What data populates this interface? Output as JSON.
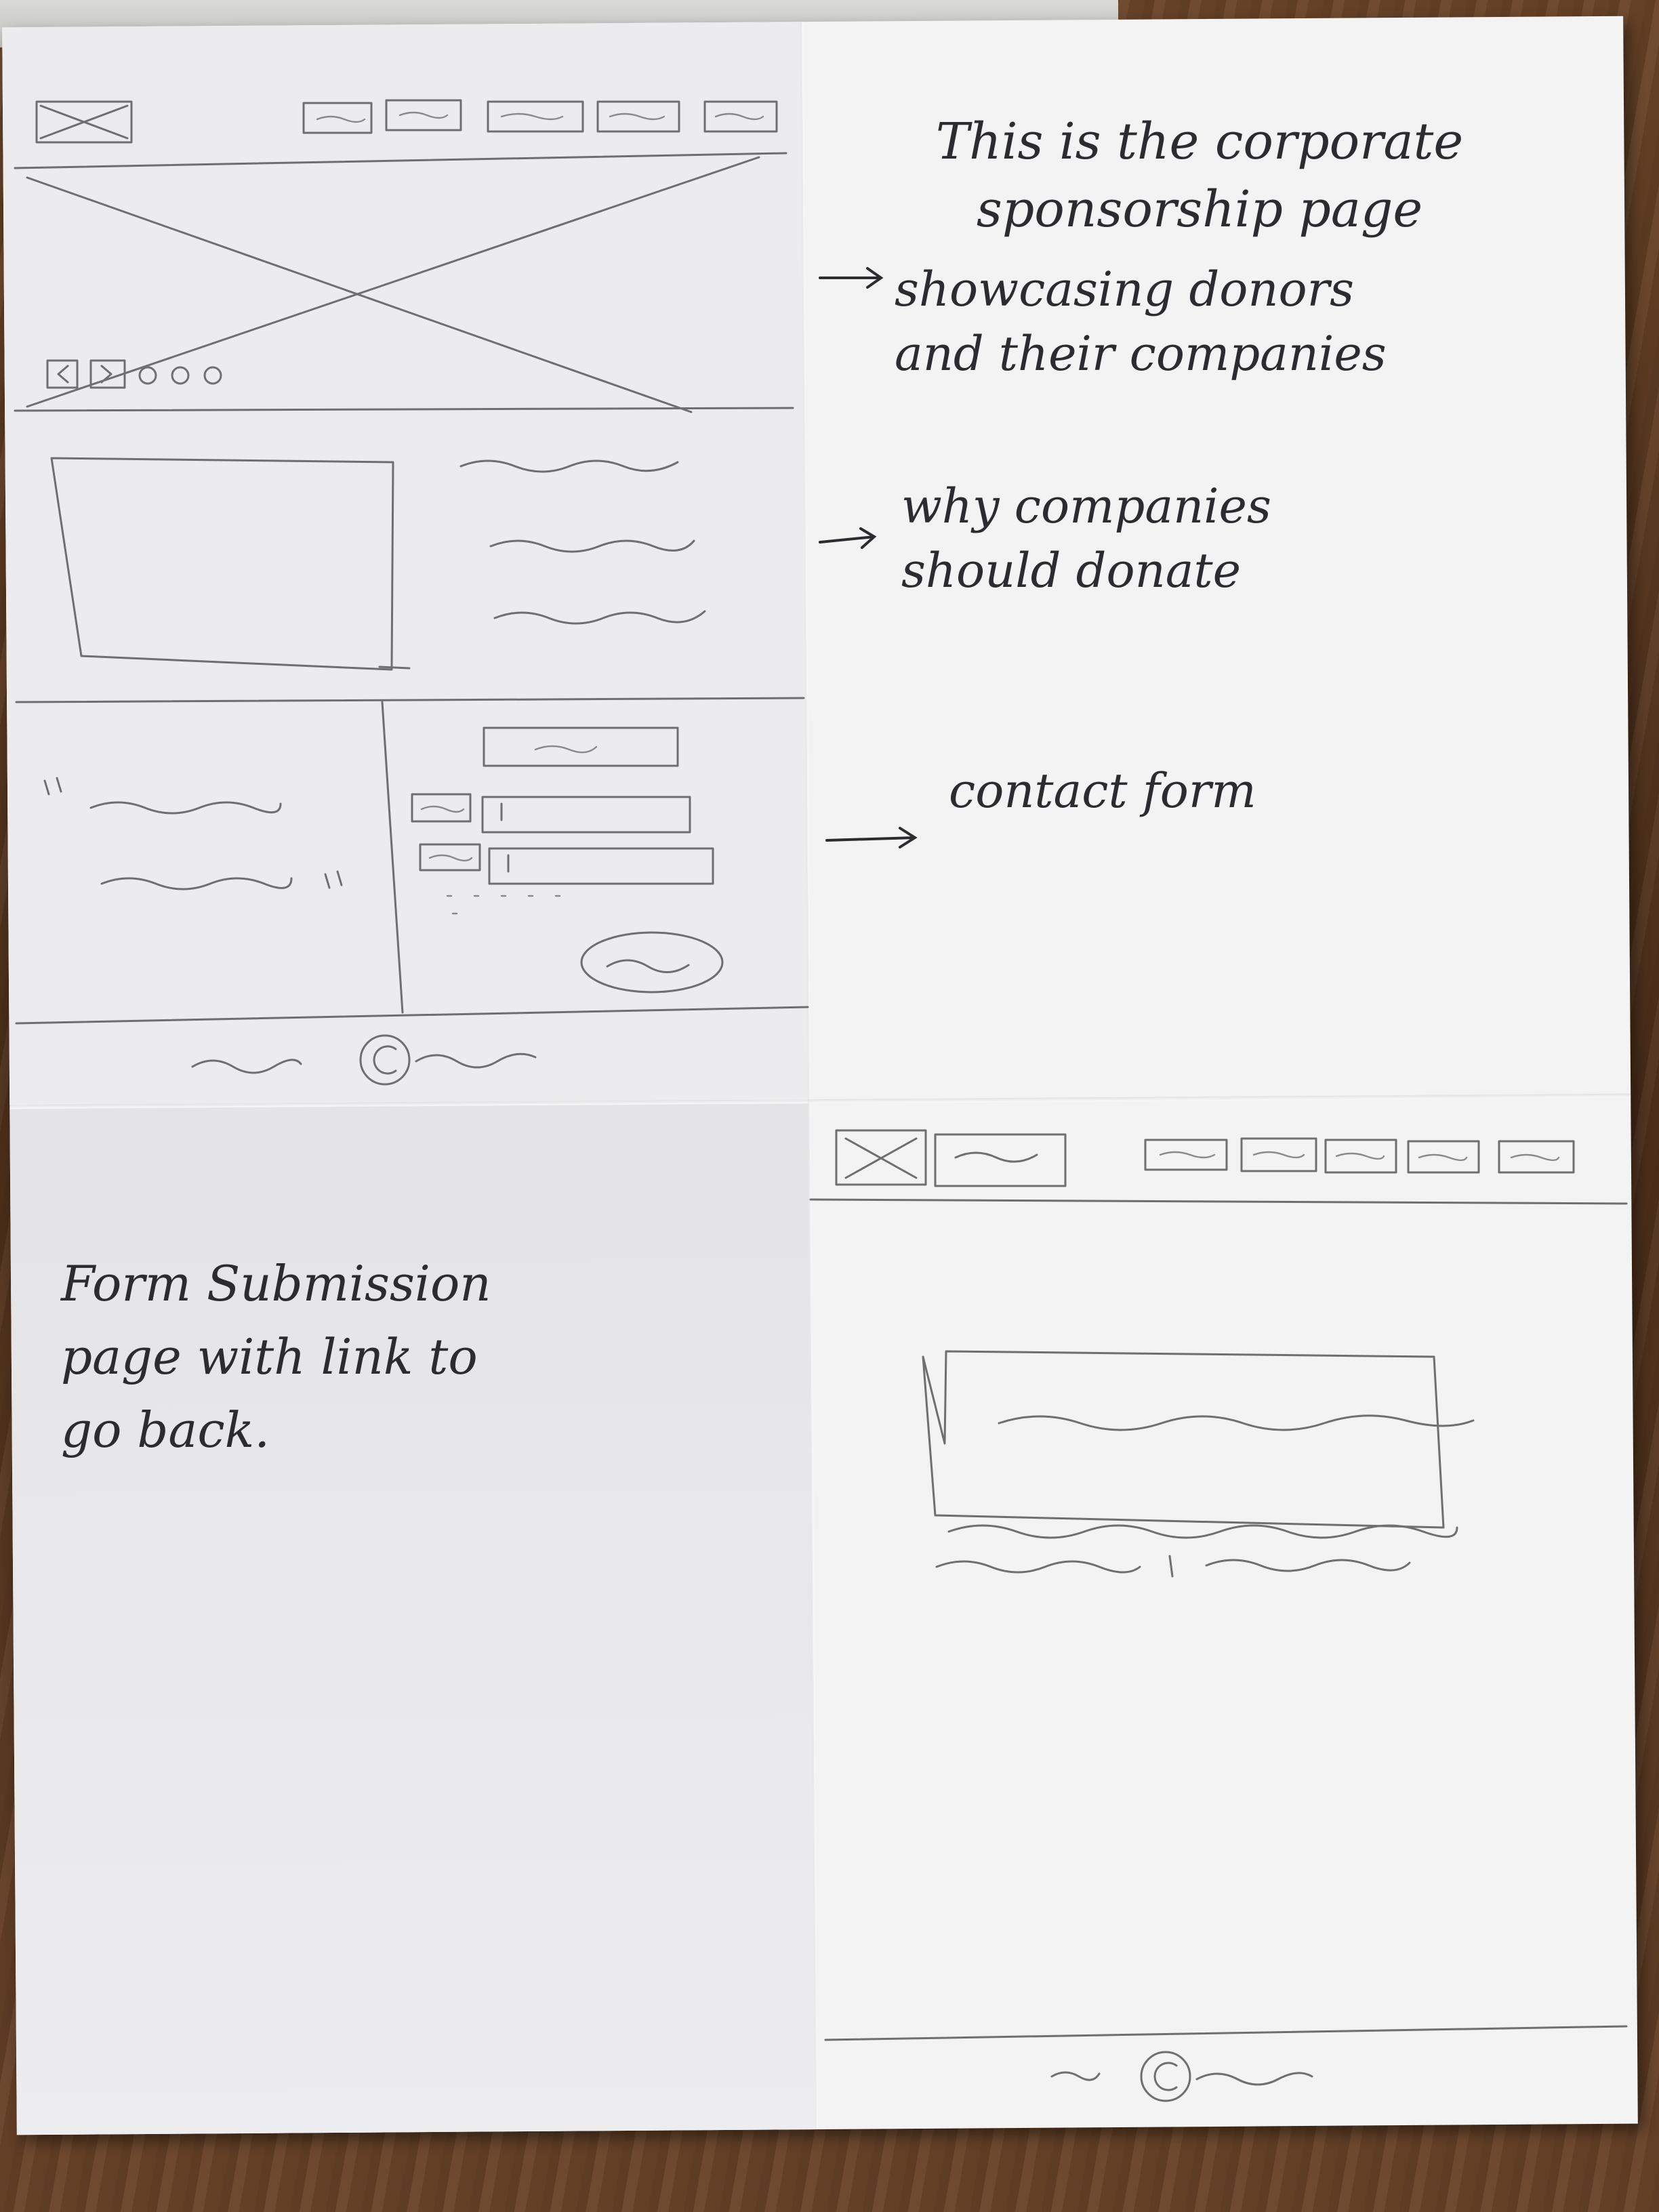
{
  "notes": {
    "page_title": "This is the corporate\nsponsorship page",
    "showcase": "showcasing donors\nand their companies",
    "why_donate": "why companies\nshould donate",
    "contact_form": "contact form",
    "submission_page": "Form Submission\npage with link to\ngo back."
  },
  "arrows": {
    "glyph": "→"
  },
  "colors": {
    "paper": "#f3f3f4",
    "pencil": "#6f6f72",
    "ink": "#2c2c30",
    "wood": "#5a3a22"
  }
}
